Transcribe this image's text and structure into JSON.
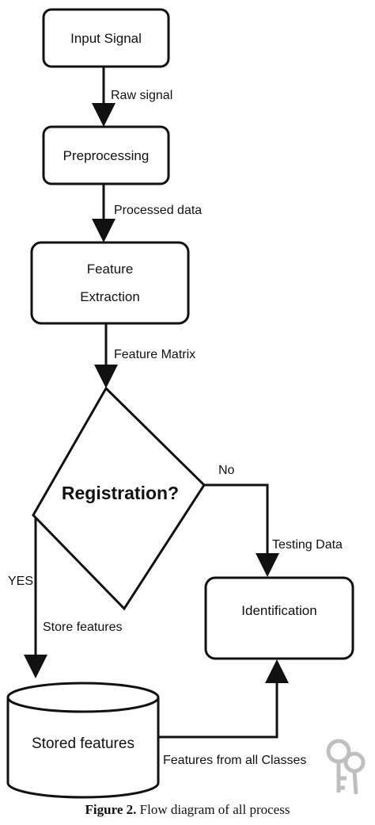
{
  "nodes": {
    "input_signal": "Input Signal",
    "preprocessing": "Preprocessing",
    "feature_extraction_line1": "Feature",
    "feature_extraction_line2": "Extraction",
    "registration": "Registration?",
    "identification": "Identification",
    "stored_features": "Stored features"
  },
  "edges": {
    "raw_signal": "Raw signal",
    "processed_data": "Processed data",
    "feature_matrix": "Feature Matrix",
    "no": "No",
    "testing_data": "Testing Data",
    "yes": "YES",
    "store_features": "Store features",
    "features_from_all_classes": "Features from all Classes"
  },
  "caption": {
    "label": "Figure 2.",
    "text": "Flow diagram of all process"
  },
  "icons": [
    "keys-icon"
  ]
}
